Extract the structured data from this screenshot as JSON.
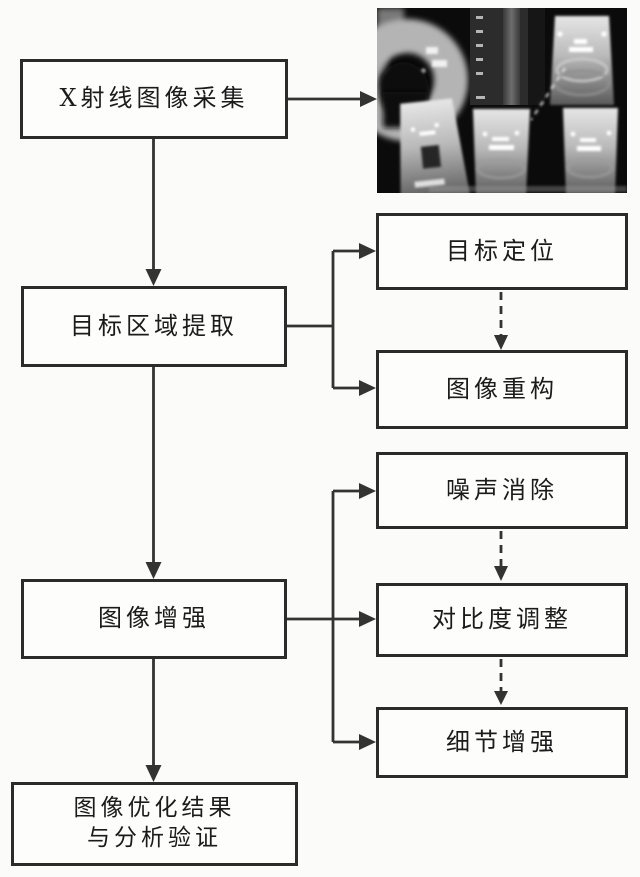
{
  "colors": {
    "background": "#fbfbf9",
    "box_fill": "#fdfdfc",
    "box_border": "#2b2b2b",
    "connector": "#333333",
    "text": "#1b1b1b"
  },
  "flowchart": {
    "main_nodes": {
      "acquisition": "X射线图像采集",
      "region_extraction": "目标区域提取",
      "enhancement": "图像增强",
      "result_line1": "图像优化结果",
      "result_line2": "与分析验证"
    },
    "sub_nodes": {
      "target_localization": "目标定位",
      "image_reconstruction": "图像重构",
      "noise_removal": "噪声消除",
      "contrast_adjustment": "对比度调整",
      "detail_enhancement": "细节增强"
    }
  },
  "xray_photo": {
    "icon": "xray-scan-montage-image"
  }
}
